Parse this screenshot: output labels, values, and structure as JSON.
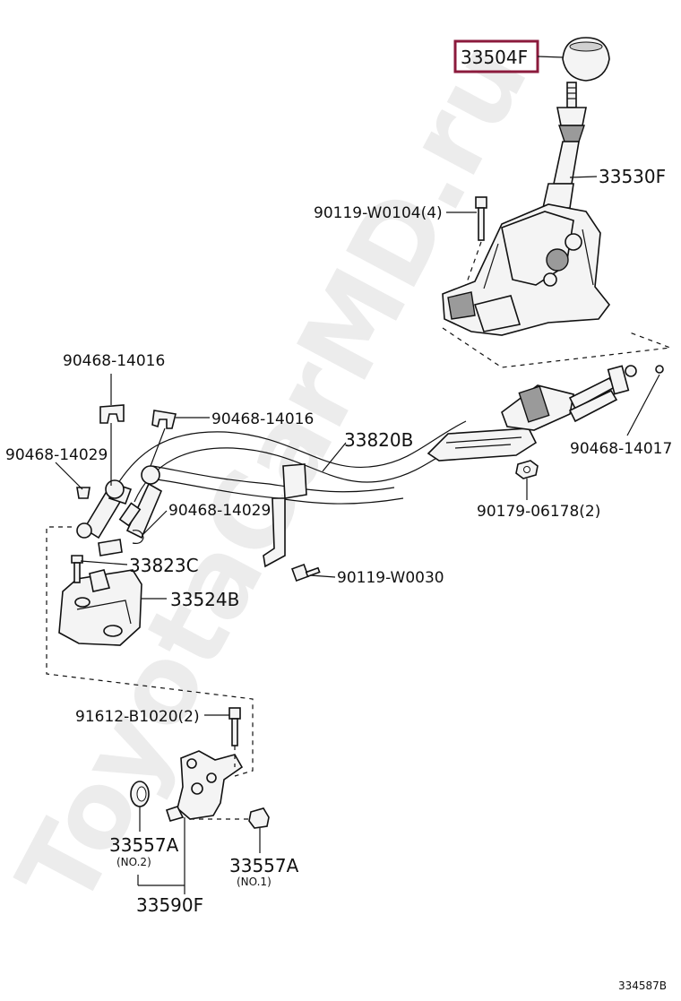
{
  "diagram": {
    "watermark": "ToyotaCarMD.ru",
    "highlight_color": "#8b1a3c",
    "figure_id": "334587B",
    "labels": {
      "knob": "33504F",
      "lever": "33530F",
      "bolt_top": "90119-W0104(4)",
      "clip_a": "90468-14016",
      "clip_b": "90468-14016",
      "cable": "33820B",
      "pin_left": "90468-14029",
      "pin_mid": "90468-14029",
      "clip_right": "90468-14017",
      "nut": "90179-06178(2)",
      "bolt_bracket": "33823C",
      "bracket": "33524B",
      "bolt_mid": "90119-W0030",
      "bolt_lower": "91612-B1020(2)",
      "bushing_no2": "33557A",
      "bushing_no2_sub": "(NO.2)",
      "bushing_no1": "33557A",
      "bushing_no1_sub": "(NO.1)",
      "assembly": "33590F"
    }
  }
}
